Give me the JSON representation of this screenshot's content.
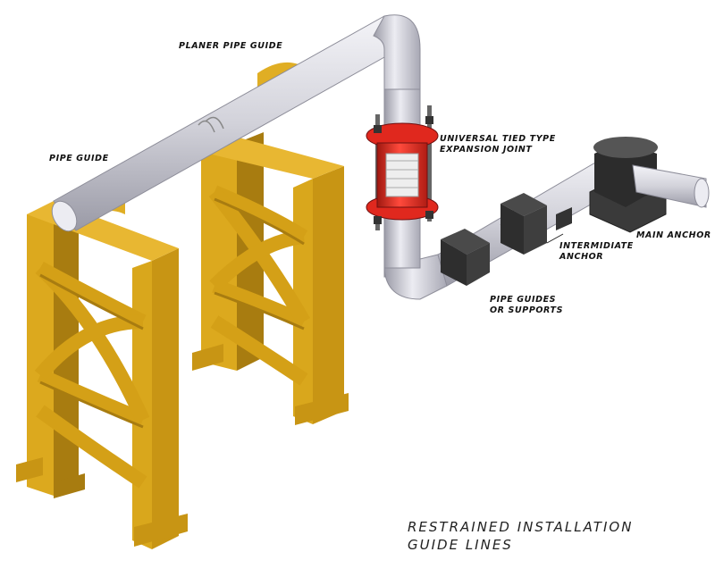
{
  "labels": {
    "planer_pipe_guide": "PLANER PIPE GUIDE",
    "pipe_guide": "PIPE GUIDE",
    "expansion_joint": [
      "UNIVERSAL TIED TYPE",
      "EXPANSION JOINT"
    ],
    "main_anchor": "MAIN ANCHOR",
    "intermediate_anchor": [
      "INTERMIDIATE",
      "ANCHOR"
    ],
    "pipe_guides_supports": [
      "PIPE GUIDES",
      "OR SUPPORTS"
    ]
  },
  "caption": [
    "RESTRAINED INSTALLATION",
    "GUIDE LINES"
  ],
  "colors": {
    "frame": "#d4a017",
    "frame_dark": "#a87c10",
    "pipe": "#d4d4dc",
    "pipe_shadow": "#9a9aa6",
    "joint_red": "#e0281e",
    "anchor_dark": "#3a3a3a"
  }
}
